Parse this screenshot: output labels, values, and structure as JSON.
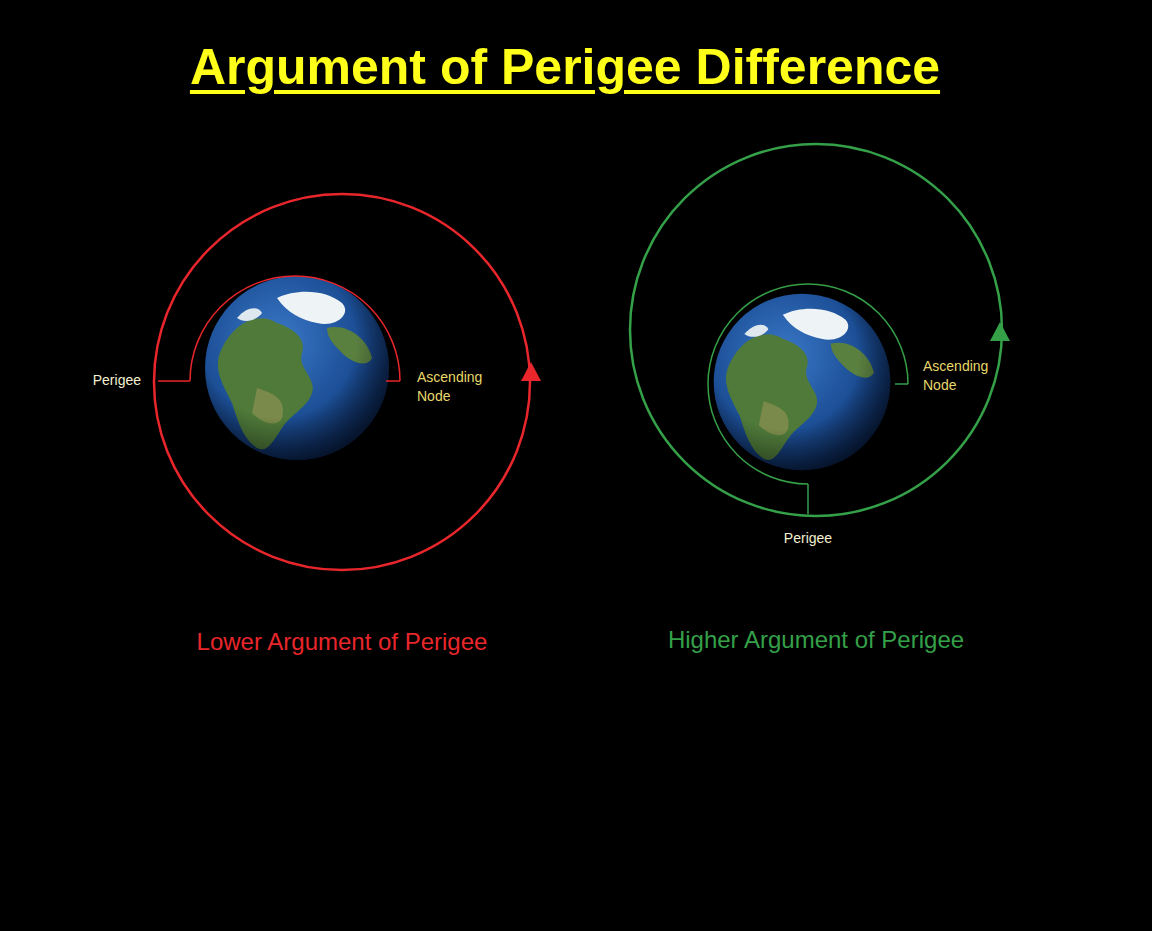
{
  "diagram": {
    "title": "Argument of Perigee Difference",
    "labels": [
      "Perigee",
      "Ascending Node",
      "Lower Argument of Perigee",
      "Perigee",
      "Ascending Node",
      "Higher Argument of Perigee"
    ]
  }
}
